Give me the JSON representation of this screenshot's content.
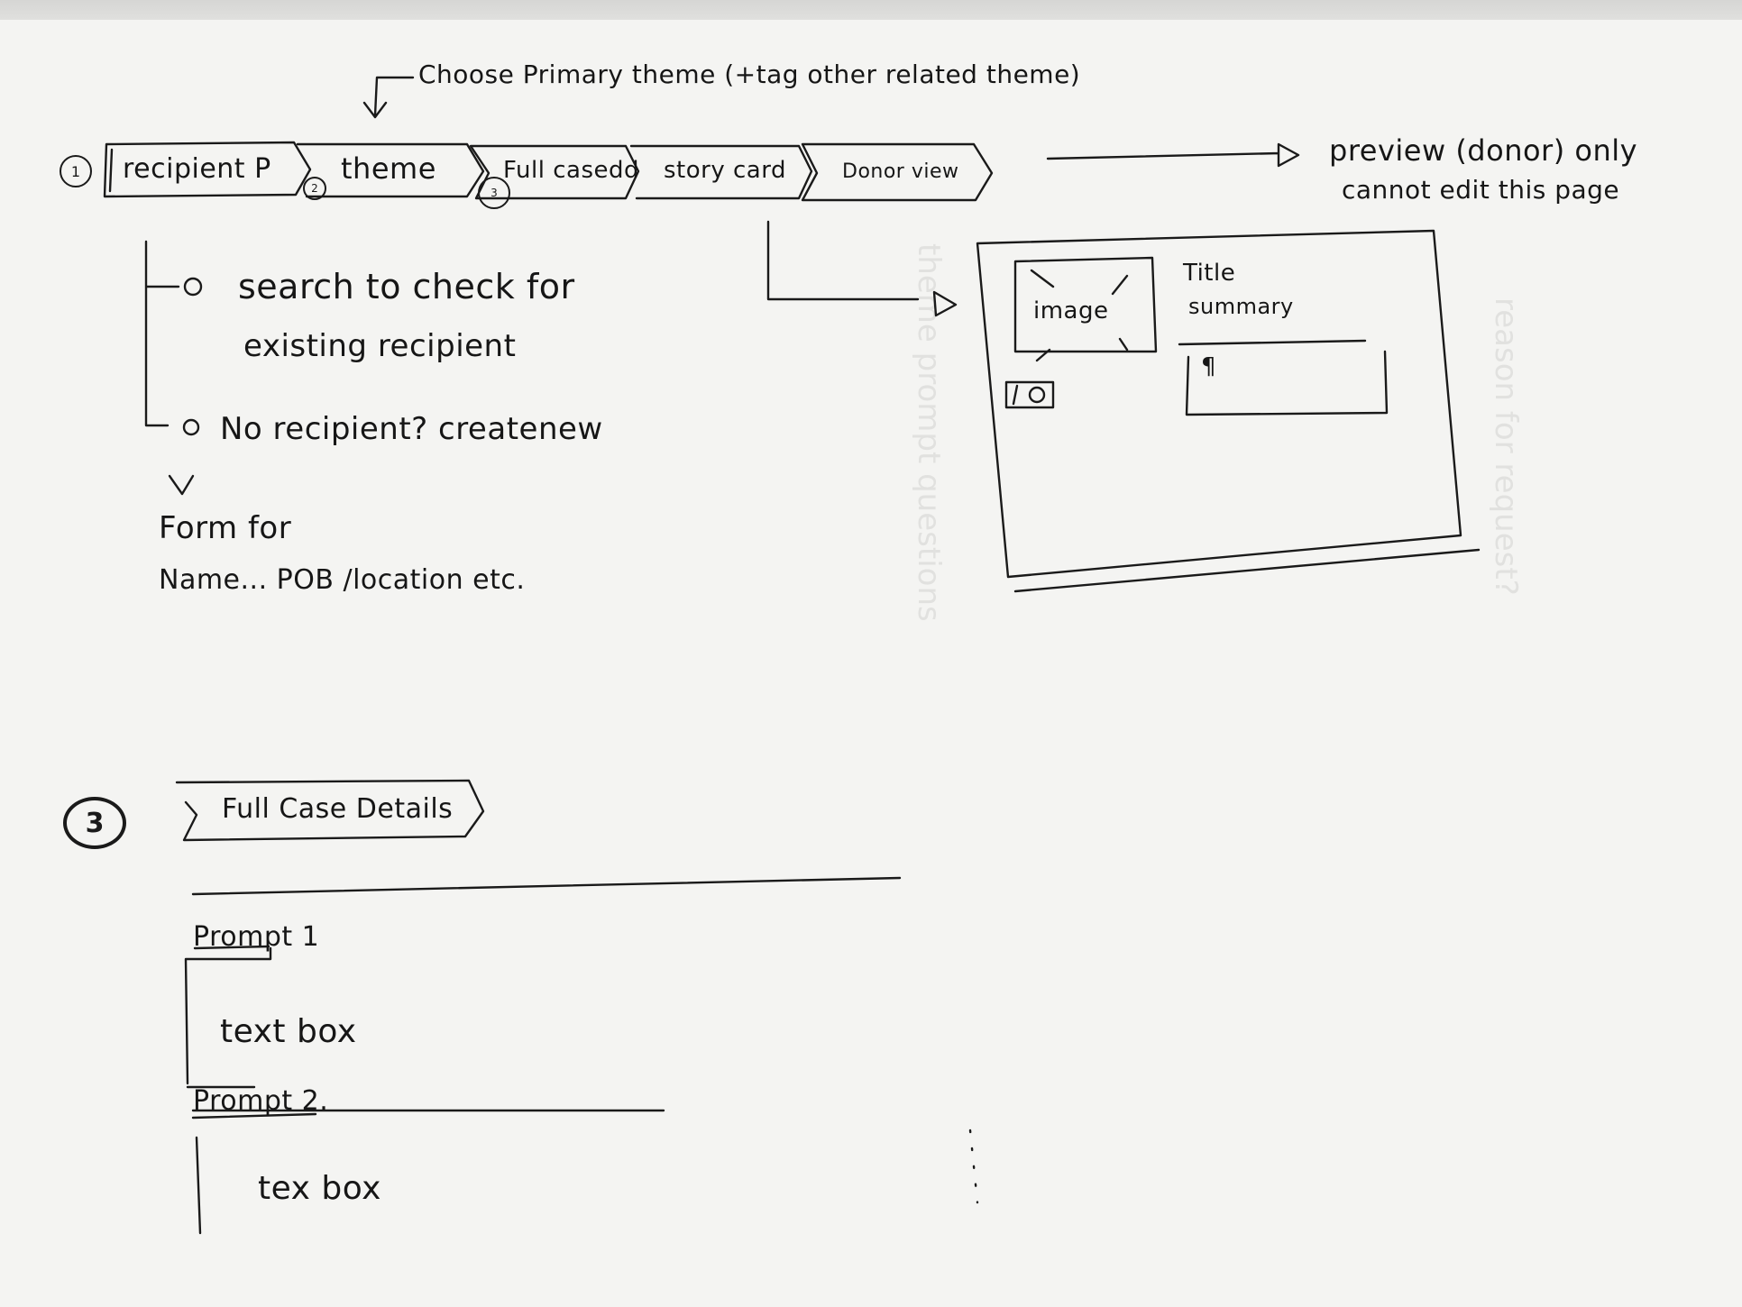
{
  "annotation": "Choose Primary theme (+tag other related theme)",
  "steps": [
    {
      "number": "1",
      "label": "recipient P"
    },
    {
      "number": "2",
      "label": "theme"
    },
    {
      "number": "3",
      "label": "Full casedd"
    },
    {
      "label": "story card"
    },
    {
      "label": "Donor view"
    }
  ],
  "preview_note": {
    "line1": "preview (donor) only",
    "line2": "cannot edit this page"
  },
  "recipient": {
    "option_search": {
      "line1": "search to check for",
      "line2": "existing recipient"
    },
    "option_new": "No recipient? createnew",
    "form_note": {
      "line1": "Form for",
      "line2": "Name... POB  /location etc."
    }
  },
  "donor_preview": {
    "image_label": "image",
    "title_label": "Title",
    "summary_label": "summary",
    "summary_box_text": "¶"
  },
  "section": {
    "number": "3",
    "title": "Full Case Details",
    "prompts": [
      {
        "label": "Prompt 1",
        "box": "text box"
      },
      {
        "label": "Prompt 2.",
        "box": "tex box"
      }
    ]
  },
  "ghost": {
    "a": "theme prompt questions",
    "b": "reason for request?"
  }
}
